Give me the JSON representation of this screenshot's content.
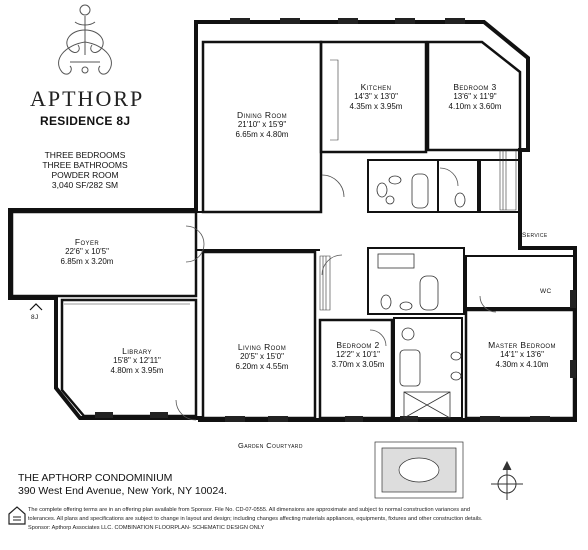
{
  "brand": {
    "name": "APTHORP"
  },
  "residence": "RESIDENCE 8J",
  "summary": {
    "bedrooms": "THREE BEDROOMS",
    "bathrooms": "THREE BATHROOMS",
    "powder": "POWDER ROOM",
    "area": "3,040 SF/282 SM"
  },
  "rooms": {
    "dining": {
      "name": "Dining Room",
      "imperial": "21'10\" x 15'9\"",
      "metric": "6.65m x 4.80m"
    },
    "kitchen": {
      "name": "Kitchen",
      "imperial": "14'3\" x 13'0\"",
      "metric": "4.35m x 3.95m"
    },
    "bedroom3": {
      "name": "Bedroom 3",
      "imperial": "13'6\" x 11'9\"",
      "metric": "4.10m x 3.60m"
    },
    "foyer": {
      "name": "Foyer",
      "imperial": "22'6\" x 10'5\"",
      "metric": "6.85m x 3.20m"
    },
    "library": {
      "name": "Library",
      "imperial": "15'8\" x 12'11\"",
      "metric": "4.80m x 3.95m"
    },
    "living": {
      "name": "Living Room",
      "imperial": "20'5\" x 15'0\"",
      "metric": "6.20m x 4.55m"
    },
    "bedroom2": {
      "name": "Bedroom 2",
      "imperial": "12'2\" x 10'1\"",
      "metric": "3.70m x 3.05m"
    },
    "master": {
      "name": "Master Bedroom",
      "imperial": "14'1\" x 13'6\"",
      "metric": "4.30m x 4.10m"
    }
  },
  "labels": {
    "service": "Service",
    "garden": "Garden Courtyard",
    "entry": "8J",
    "wc": "WC"
  },
  "footer": {
    "condo": "THE APTHORP CONDOMINIUM",
    "address": "390 West End Avenue, New York, NY 10024.",
    "legal1": "The complete offering terms are in an offering plan available from Sponsor. File No. CD-07-0555. All dimensions are approximate and subject to normal construction variances and",
    "legal2": "tolerances. All plans and specifications are subject to change in layout and design; including changes affecting materials appliances, equipments, fixtures and other construction details.",
    "legal3": "Sponsor: Apthorp Associates LLC.  COMBINATION FLOORPLAN- SCHEMATIC DESIGN ONLY"
  }
}
